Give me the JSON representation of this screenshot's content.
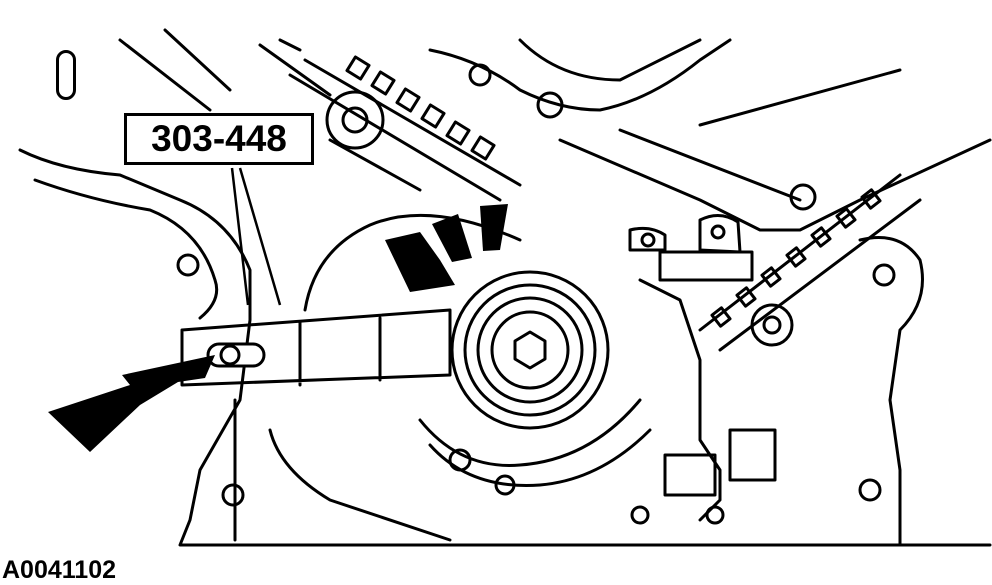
{
  "diagram": {
    "tool_callout": "303-448",
    "figure_id": "A0041102"
  },
  "colors": {
    "line": "#000000",
    "fill": "#ffffff"
  },
  "icons": {
    "step_marker": "rounded-slot-marker",
    "direction_arrow": "solid-arrow"
  }
}
